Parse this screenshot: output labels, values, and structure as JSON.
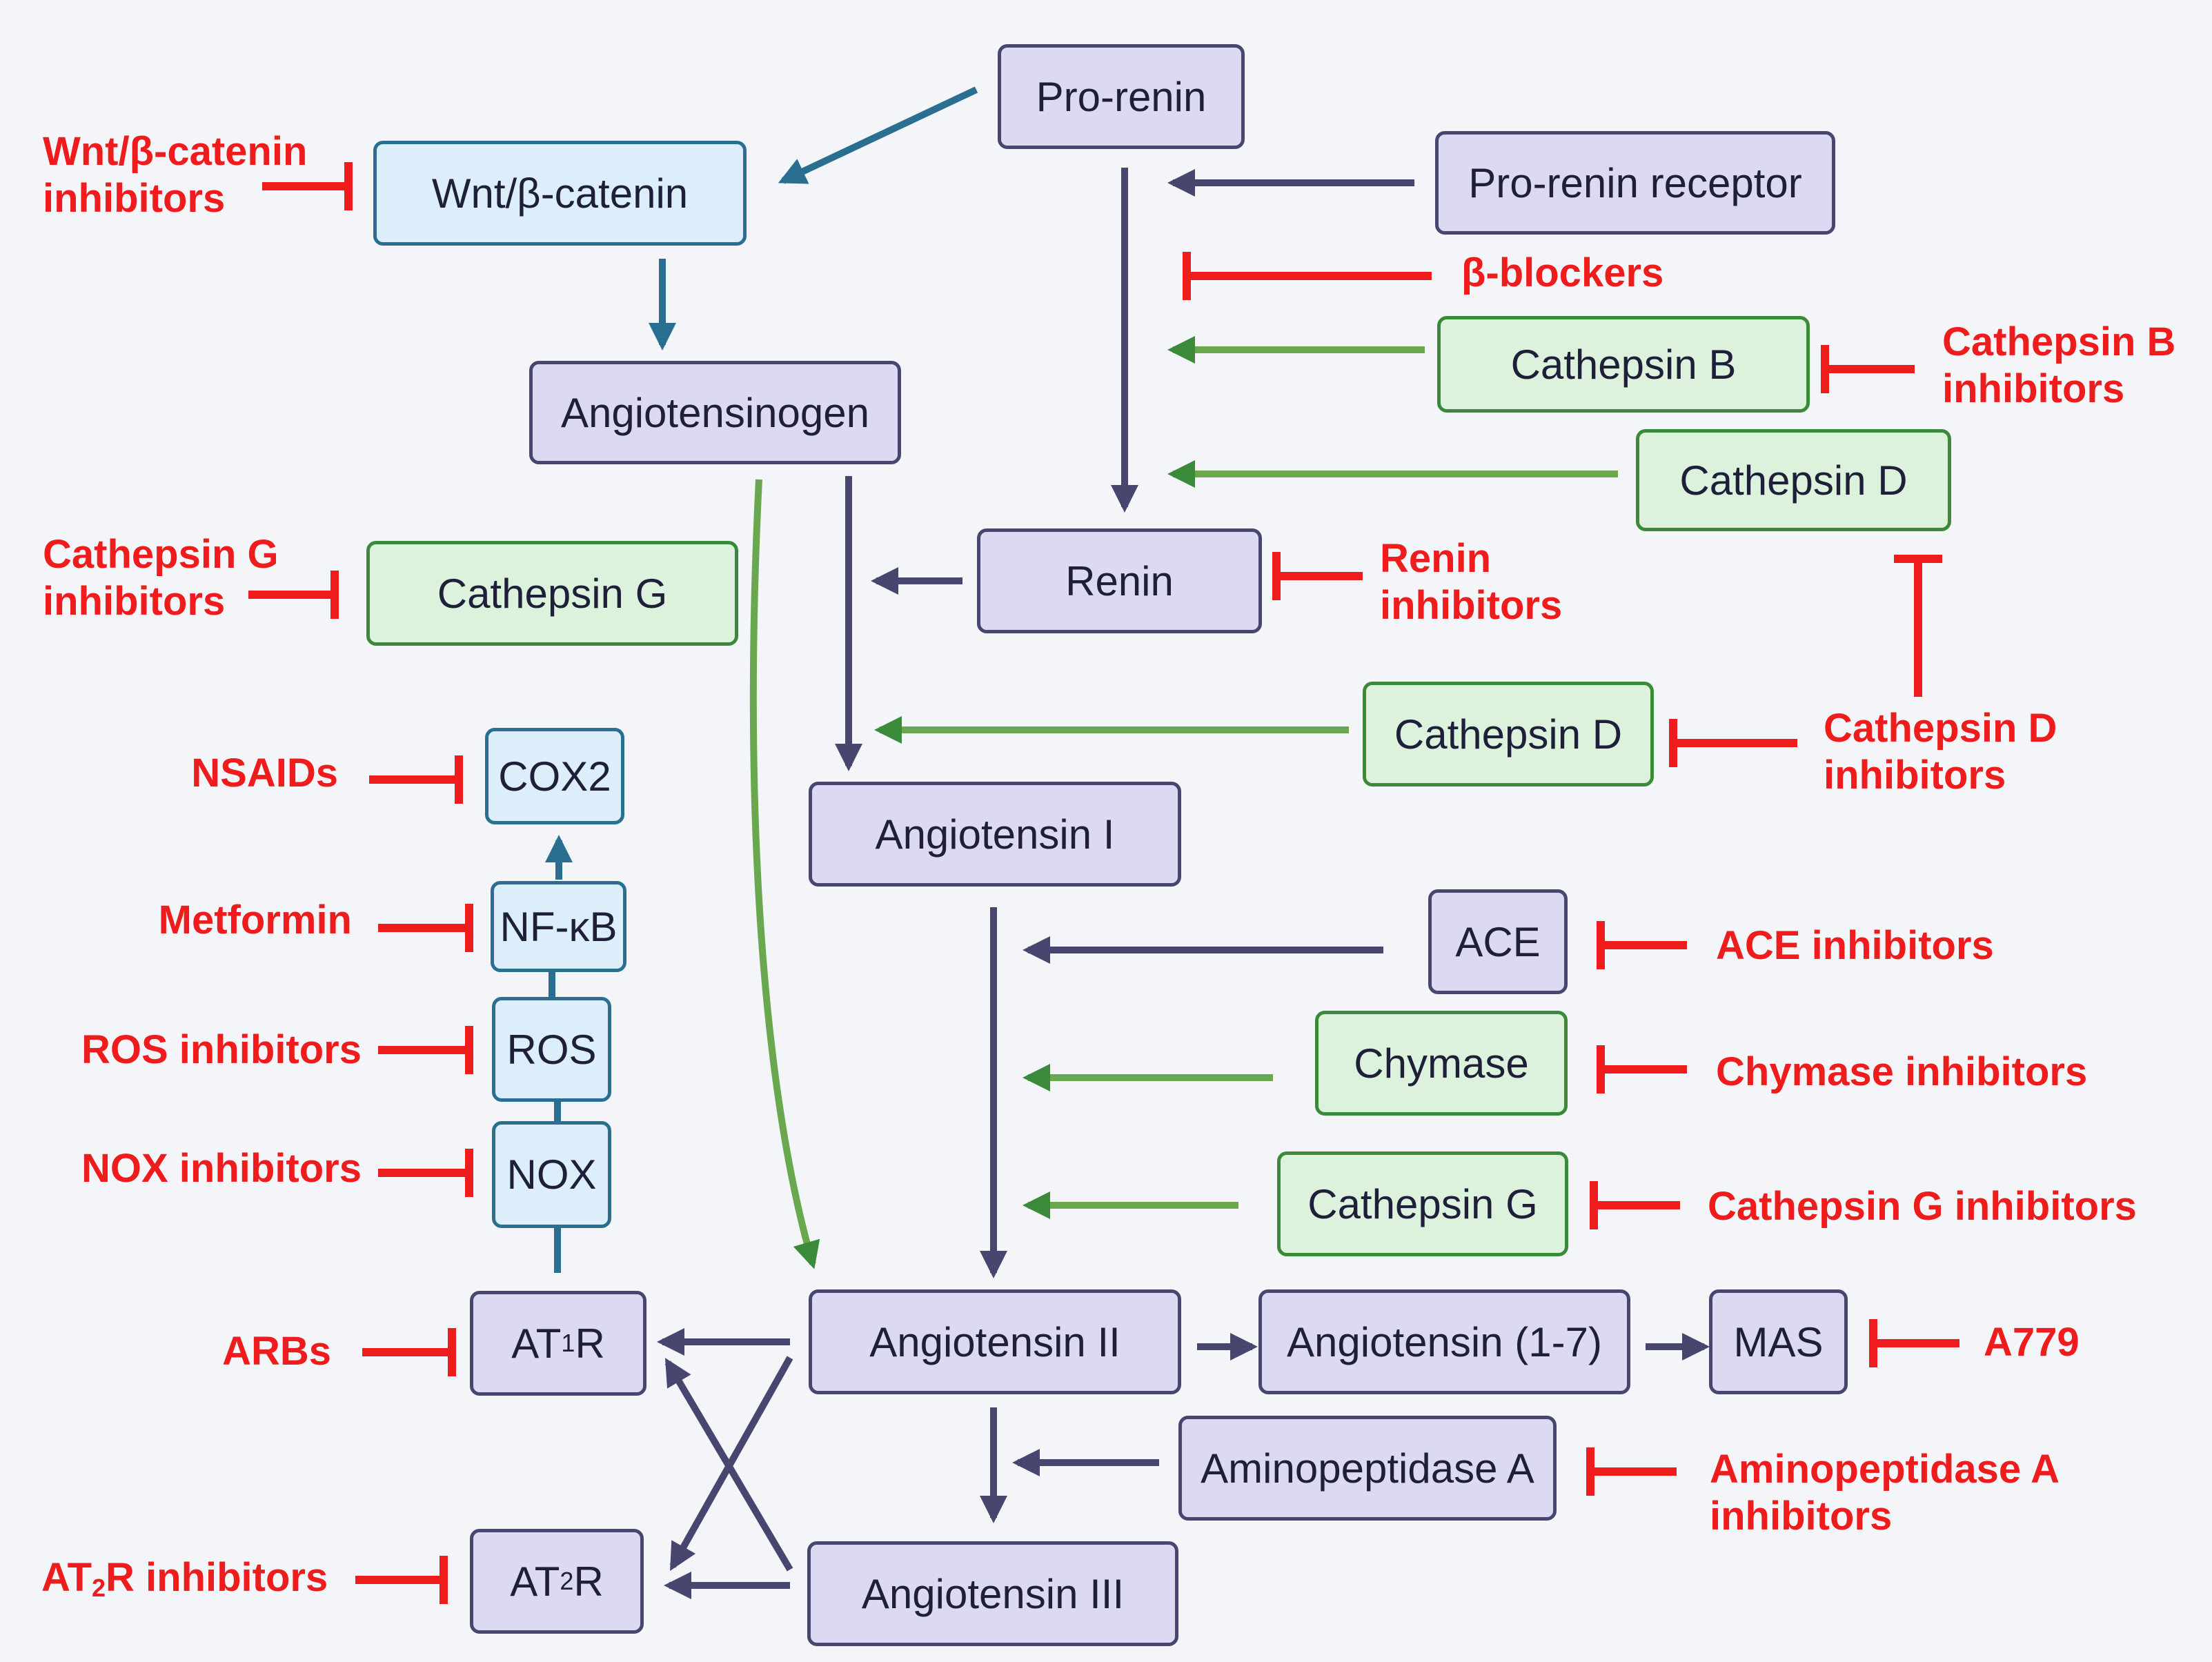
{
  "nodes": {
    "pro_renin": "Pro-renin",
    "pro_renin_receptor": "Pro-renin receptor",
    "wnt": "Wnt/β-catenin",
    "angiotensinogen": "Angiotensinogen",
    "cathepsin_b": "Cathepsin B",
    "cathepsin_d_top": "Cathepsin D",
    "renin": "Renin",
    "cathepsin_g_left": "Cathepsin G",
    "cathepsin_d_mid": "Cathepsin D",
    "angiotensin_i": "Angiotensin I",
    "cox2": "COX2",
    "nfkb": "NF-κB",
    "ros": "ROS",
    "nox": "NOX",
    "ace": "ACE",
    "chymase": "Chymase",
    "cathepsin_g_right": "Cathepsin G",
    "at1r_prefix": "AT",
    "at1r_sub": "1",
    "at1r_suffix": "R",
    "angiotensin_ii": "Angiotensin II",
    "angiotensin_1_7": "Angiotensin (1-7)",
    "mas": "MAS",
    "aminopeptidase_a": "Aminopeptidase A",
    "at2r_prefix": "AT",
    "at2r_sub": "2",
    "at2r_suffix": "R",
    "angiotensin_iii": "Angiotensin III"
  },
  "inhibitors": {
    "wnt_l1": "Wnt/β-catenin",
    "wnt_l2": "inhibitors",
    "beta_blockers": "β-blockers",
    "cathepsin_b_l1": "Cathepsin B",
    "cathepsin_b_l2": "inhibitors",
    "cathepsin_g_left_l1": "Cathepsin G",
    "cathepsin_g_left_l2": "inhibitors",
    "renin_l1": "Renin",
    "renin_l2": "inhibitors",
    "cathepsin_d_l1": "Cathepsin D",
    "cathepsin_d_l2": "inhibitors",
    "nsaids": "NSAIDs",
    "metformin": "Metformin",
    "ros_inhibitors": "ROS inhibitors",
    "nox_inhibitors": "NOX inhibitors",
    "ace_inhibitors": "ACE inhibitors",
    "chymase_inhibitors": "Chymase inhibitors",
    "cathepsin_g_right": "Cathepsin G inhibitors",
    "arbs": "ARBs",
    "a779": "A779",
    "aminopeptidase_a_l1": "Aminopeptidase A",
    "aminopeptidase_a_l2": "inhibitors",
    "at2r_prefix": "AT",
    "at2r_sub": "2",
    "at2r_suffix": "R inhibitors"
  },
  "colors": {
    "purple_box": "#dcdaf2",
    "purple_edge": "#48456e",
    "green_box": "#dcf2dc",
    "green_edge": "#3a8a3a",
    "blue_box": "#dbeefa",
    "blue_edge": "#2a6f92",
    "inhibitor": "#ee1c1c",
    "background": "#f3f5f8"
  }
}
